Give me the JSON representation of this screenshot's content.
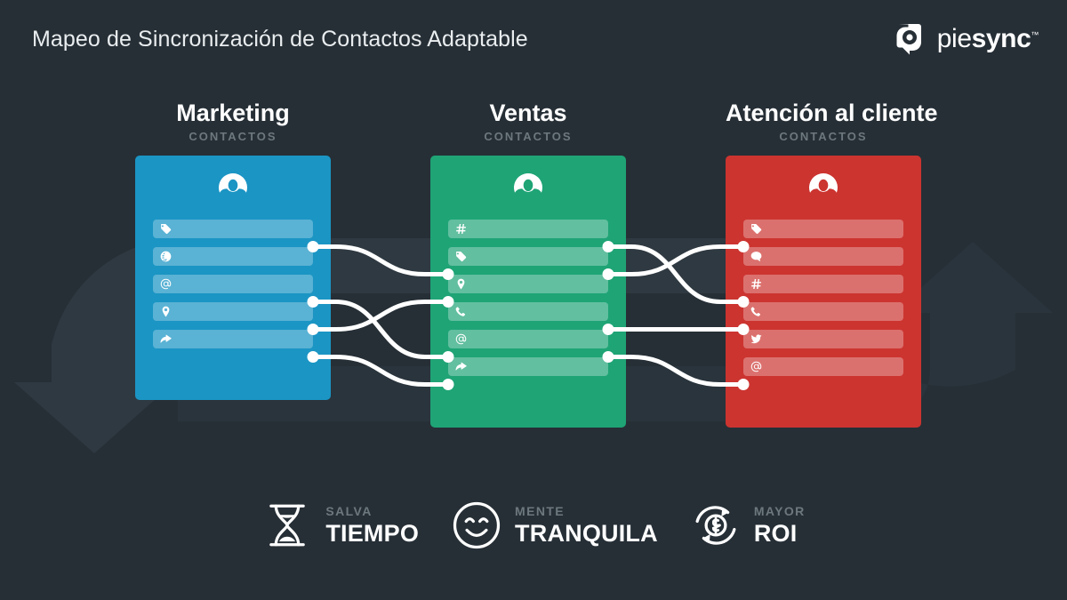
{
  "page": {
    "title": "Mapeo de Sincronización de Contactos Adaptable",
    "background_color": "#262f36"
  },
  "logo": {
    "name_light": "pie",
    "name_bold": "sync",
    "trademark": "™",
    "icon": "piesync-mark-icon"
  },
  "columns": [
    {
      "id": "marketing",
      "title": "Marketing",
      "subtitle": "CONTACTOS",
      "color": "#1b95c4",
      "field_color": "rgba(255,255,255,0.28)",
      "shadow_colors": [
        "rgba(27,149,196,0.38)",
        "rgba(27,149,196,0.18)"
      ],
      "avatar_icon": "contact-avatar-icon",
      "fields": [
        {
          "icon": "tag-icon",
          "connect_left": false,
          "connect_right": true
        },
        {
          "icon": "globe-icon",
          "connect_left": false,
          "connect_right": false
        },
        {
          "icon": "at-icon",
          "connect_left": false,
          "connect_right": true
        },
        {
          "icon": "location-icon",
          "connect_left": false,
          "connect_right": true
        },
        {
          "icon": "share-icon",
          "connect_left": false,
          "connect_right": true
        }
      ]
    },
    {
      "id": "ventas",
      "title": "Ventas",
      "subtitle": "CONTACTOS",
      "color": "#1fa476",
      "field_color": "rgba(255,255,255,0.30)",
      "shadow_colors": [
        "rgba(31,164,118,0.38)",
        "rgba(31,164,118,0.18)"
      ],
      "avatar_icon": "contact-avatar-icon",
      "fields": [
        {
          "icon": "hash-icon",
          "connect_left": false,
          "connect_right": true
        },
        {
          "icon": "tag-icon",
          "connect_left": true,
          "connect_right": true
        },
        {
          "icon": "location-icon",
          "connect_left": true,
          "connect_right": false
        },
        {
          "icon": "phone-icon",
          "connect_left": false,
          "connect_right": true
        },
        {
          "icon": "at-icon",
          "connect_left": true,
          "connect_right": true
        },
        {
          "icon": "share-icon",
          "connect_left": true,
          "connect_right": false
        }
      ]
    },
    {
      "id": "atencion",
      "title": "Atención al cliente",
      "subtitle": "CONTACTOS",
      "color": "#cc3430",
      "field_color": "rgba(255,255,255,0.30)",
      "shadow_colors": [
        "rgba(204,52,48,0.38)",
        "rgba(204,52,48,0.18)"
      ],
      "avatar_icon": "contact-avatar-icon",
      "fields": [
        {
          "icon": "tag-icon",
          "connect_left": true,
          "connect_right": false
        },
        {
          "icon": "comment-icon",
          "connect_left": false,
          "connect_right": false
        },
        {
          "icon": "hash-icon",
          "connect_left": true,
          "connect_right": false
        },
        {
          "icon": "phone-icon",
          "connect_left": true,
          "connect_right": false
        },
        {
          "icon": "twitter-icon",
          "connect_left": false,
          "connect_right": false
        },
        {
          "icon": "at-icon",
          "connect_left": true,
          "connect_right": false
        }
      ]
    }
  ],
  "connections": [
    {
      "from_column": "marketing",
      "from_row": 0,
      "to_column": "ventas",
      "to_row": 1,
      "label": "tag"
    },
    {
      "from_column": "marketing",
      "from_row": 2,
      "to_column": "ventas",
      "to_row": 4,
      "label": "email"
    },
    {
      "from_column": "marketing",
      "from_row": 3,
      "to_column": "ventas",
      "to_row": 2,
      "label": "location"
    },
    {
      "from_column": "marketing",
      "from_row": 4,
      "to_column": "ventas",
      "to_row": 5,
      "label": "share"
    },
    {
      "from_column": "ventas",
      "from_row": 0,
      "to_column": "atencion",
      "to_row": 2,
      "label": "hash"
    },
    {
      "from_column": "ventas",
      "from_row": 1,
      "to_column": "atencion",
      "to_row": 0,
      "label": "tag"
    },
    {
      "from_column": "ventas",
      "from_row": 3,
      "to_column": "atencion",
      "to_row": 3,
      "label": "phone"
    },
    {
      "from_column": "ventas",
      "from_row": 4,
      "to_column": "atencion",
      "to_row": 5,
      "label": "email"
    }
  ],
  "benefits": [
    {
      "icon": "hourglass-icon",
      "small": "SALVA",
      "big": "TIEMPO"
    },
    {
      "icon": "smiley-icon",
      "small": "MENTE",
      "big": "TRANQUILA"
    },
    {
      "icon": "roi-dollar-icon",
      "small": "MAYOR",
      "big": "ROI"
    }
  ],
  "decor": {
    "loop_arrow_color": "#3a454e",
    "wire_color": "#ffffff"
  }
}
